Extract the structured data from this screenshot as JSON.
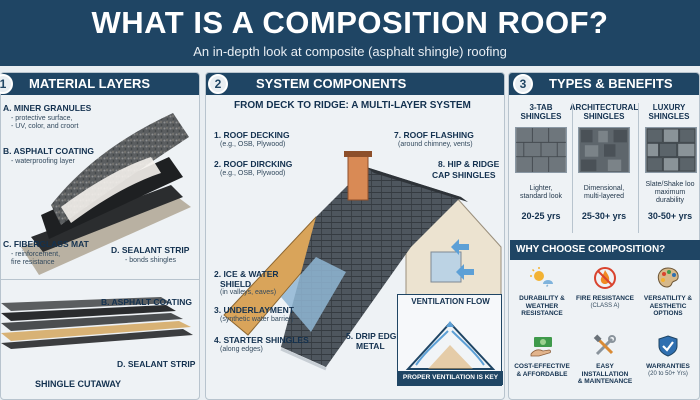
{
  "header": {
    "title": "WHAT IS A COMPOSITION ROOF?",
    "subtitle": "An in-depth look at composite (asphalt shingle) roofing"
  },
  "panel1": {
    "number": "1",
    "title": "MATERIAL LAYERS",
    "labels": {
      "granules": "A. MINER GRANULES",
      "granules_sub": [
        "- protective surface,",
        "- UV, color, and croort"
      ],
      "coating": "B. ASPHALT COATING",
      "coating_sub": "- waterproofing layer",
      "mat": "C. FIBERGLASS MAT",
      "mat_sub": [
        "- reinforcement,",
        "fire resistance"
      ],
      "sealant": "D. SEALANT STRIP",
      "sealant_sub": "- bonds shingles",
      "cut_coating": "B. ASPHALT COATING",
      "cut_sealant": "D. SEALANT STRIP",
      "cutaway": "SHINGLE CUTAWAY"
    }
  },
  "panel2": {
    "number": "2",
    "title": "SYSTEM COMPONENTS",
    "subheading": "FROM DECK TO RIDGE: A MULTI-LAYER SYSTEM",
    "labels": {
      "decking": "1. ROOF DECKING",
      "decking_sub": "(e.g., OSB, Plywood)",
      "dircking": "2. ROOF DIRCKING",
      "dircking_sub": "(e.g., OSB, Plywood)",
      "flashing": "7. ROOF FLASHING",
      "flashing_sub": "(around chimney, vents)",
      "hip": "8. HIP & RIDGE",
      "hip2": "CAP SHINGLES",
      "ice": "2. ICE & WATER",
      "ice2": "SHIELD",
      "ice_sub": "(in valleys, eaves)",
      "underlay": "3. UNDERLAYMENT",
      "underlay_sub": "(synthetic water barrier)",
      "starter": "4. STARTER SHINGLES",
      "starter_sub": "(along edges)",
      "drip": "5. DRIP EDGE",
      "drip2": "METAL"
    },
    "ventilation": {
      "title": "VENTILATION FLOW",
      "footer": "PROPER VENTILATION IS KEY"
    }
  },
  "panel3": {
    "number": "3",
    "title": "TYPES & BENEFITS",
    "types": [
      {
        "name": [
          "3-TAB",
          "SHINGLES"
        ],
        "desc": [
          "Lighter,",
          "standard look"
        ],
        "years": "20-25 yrs"
      },
      {
        "name": [
          "ARCHITECTURAL",
          "SHINGLES"
        ],
        "desc": [
          "Dimensional,",
          "multi-layered"
        ],
        "years": "25-30+ yrs"
      },
      {
        "name": [
          "LUXURY",
          "SHINGLES"
        ],
        "desc": [
          "Slate/Shake loo",
          "maximum",
          "durability"
        ],
        "years": "30-50+ yrs"
      }
    ],
    "why_title": "WHY CHOOSE COMPOSITION?",
    "benefits": [
      {
        "icon": "sun-snow-icon",
        "text": [
          "DURABILITY &",
          "WEATHER",
          "RESISTANCE"
        ],
        "sub": []
      },
      {
        "icon": "no-fire-icon",
        "text": [
          "FIRE RESISTANCE"
        ],
        "sub": [
          "(CLASS A)"
        ]
      },
      {
        "icon": "palette-icon",
        "text": [
          "VERSATILITY &",
          "AESTHETIC",
          "OPTIONS"
        ],
        "sub": []
      },
      {
        "icon": "money-hand-icon",
        "text": [
          "COST-EFFECTIVE",
          "& AFFORDABLE"
        ],
        "sub": []
      },
      {
        "icon": "tools-icon",
        "text": [
          "EASY INSTALLATION",
          "& MAINTENANCE"
        ],
        "sub": []
      },
      {
        "icon": "shield-check-icon",
        "text": [
          "WARRANTIES"
        ],
        "sub": [
          "(20 to 50+ Yrs)"
        ]
      }
    ]
  },
  "colors": {
    "navy": "#1f4564",
    "roof_dark": "#4a535c",
    "wood": "#d9a45a",
    "brick": "#d98a55",
    "siding": "#ece3d0",
    "underlay_blue": "#8fb6d3",
    "fire_red": "#d9432e",
    "money_green": "#3f9a4b"
  }
}
